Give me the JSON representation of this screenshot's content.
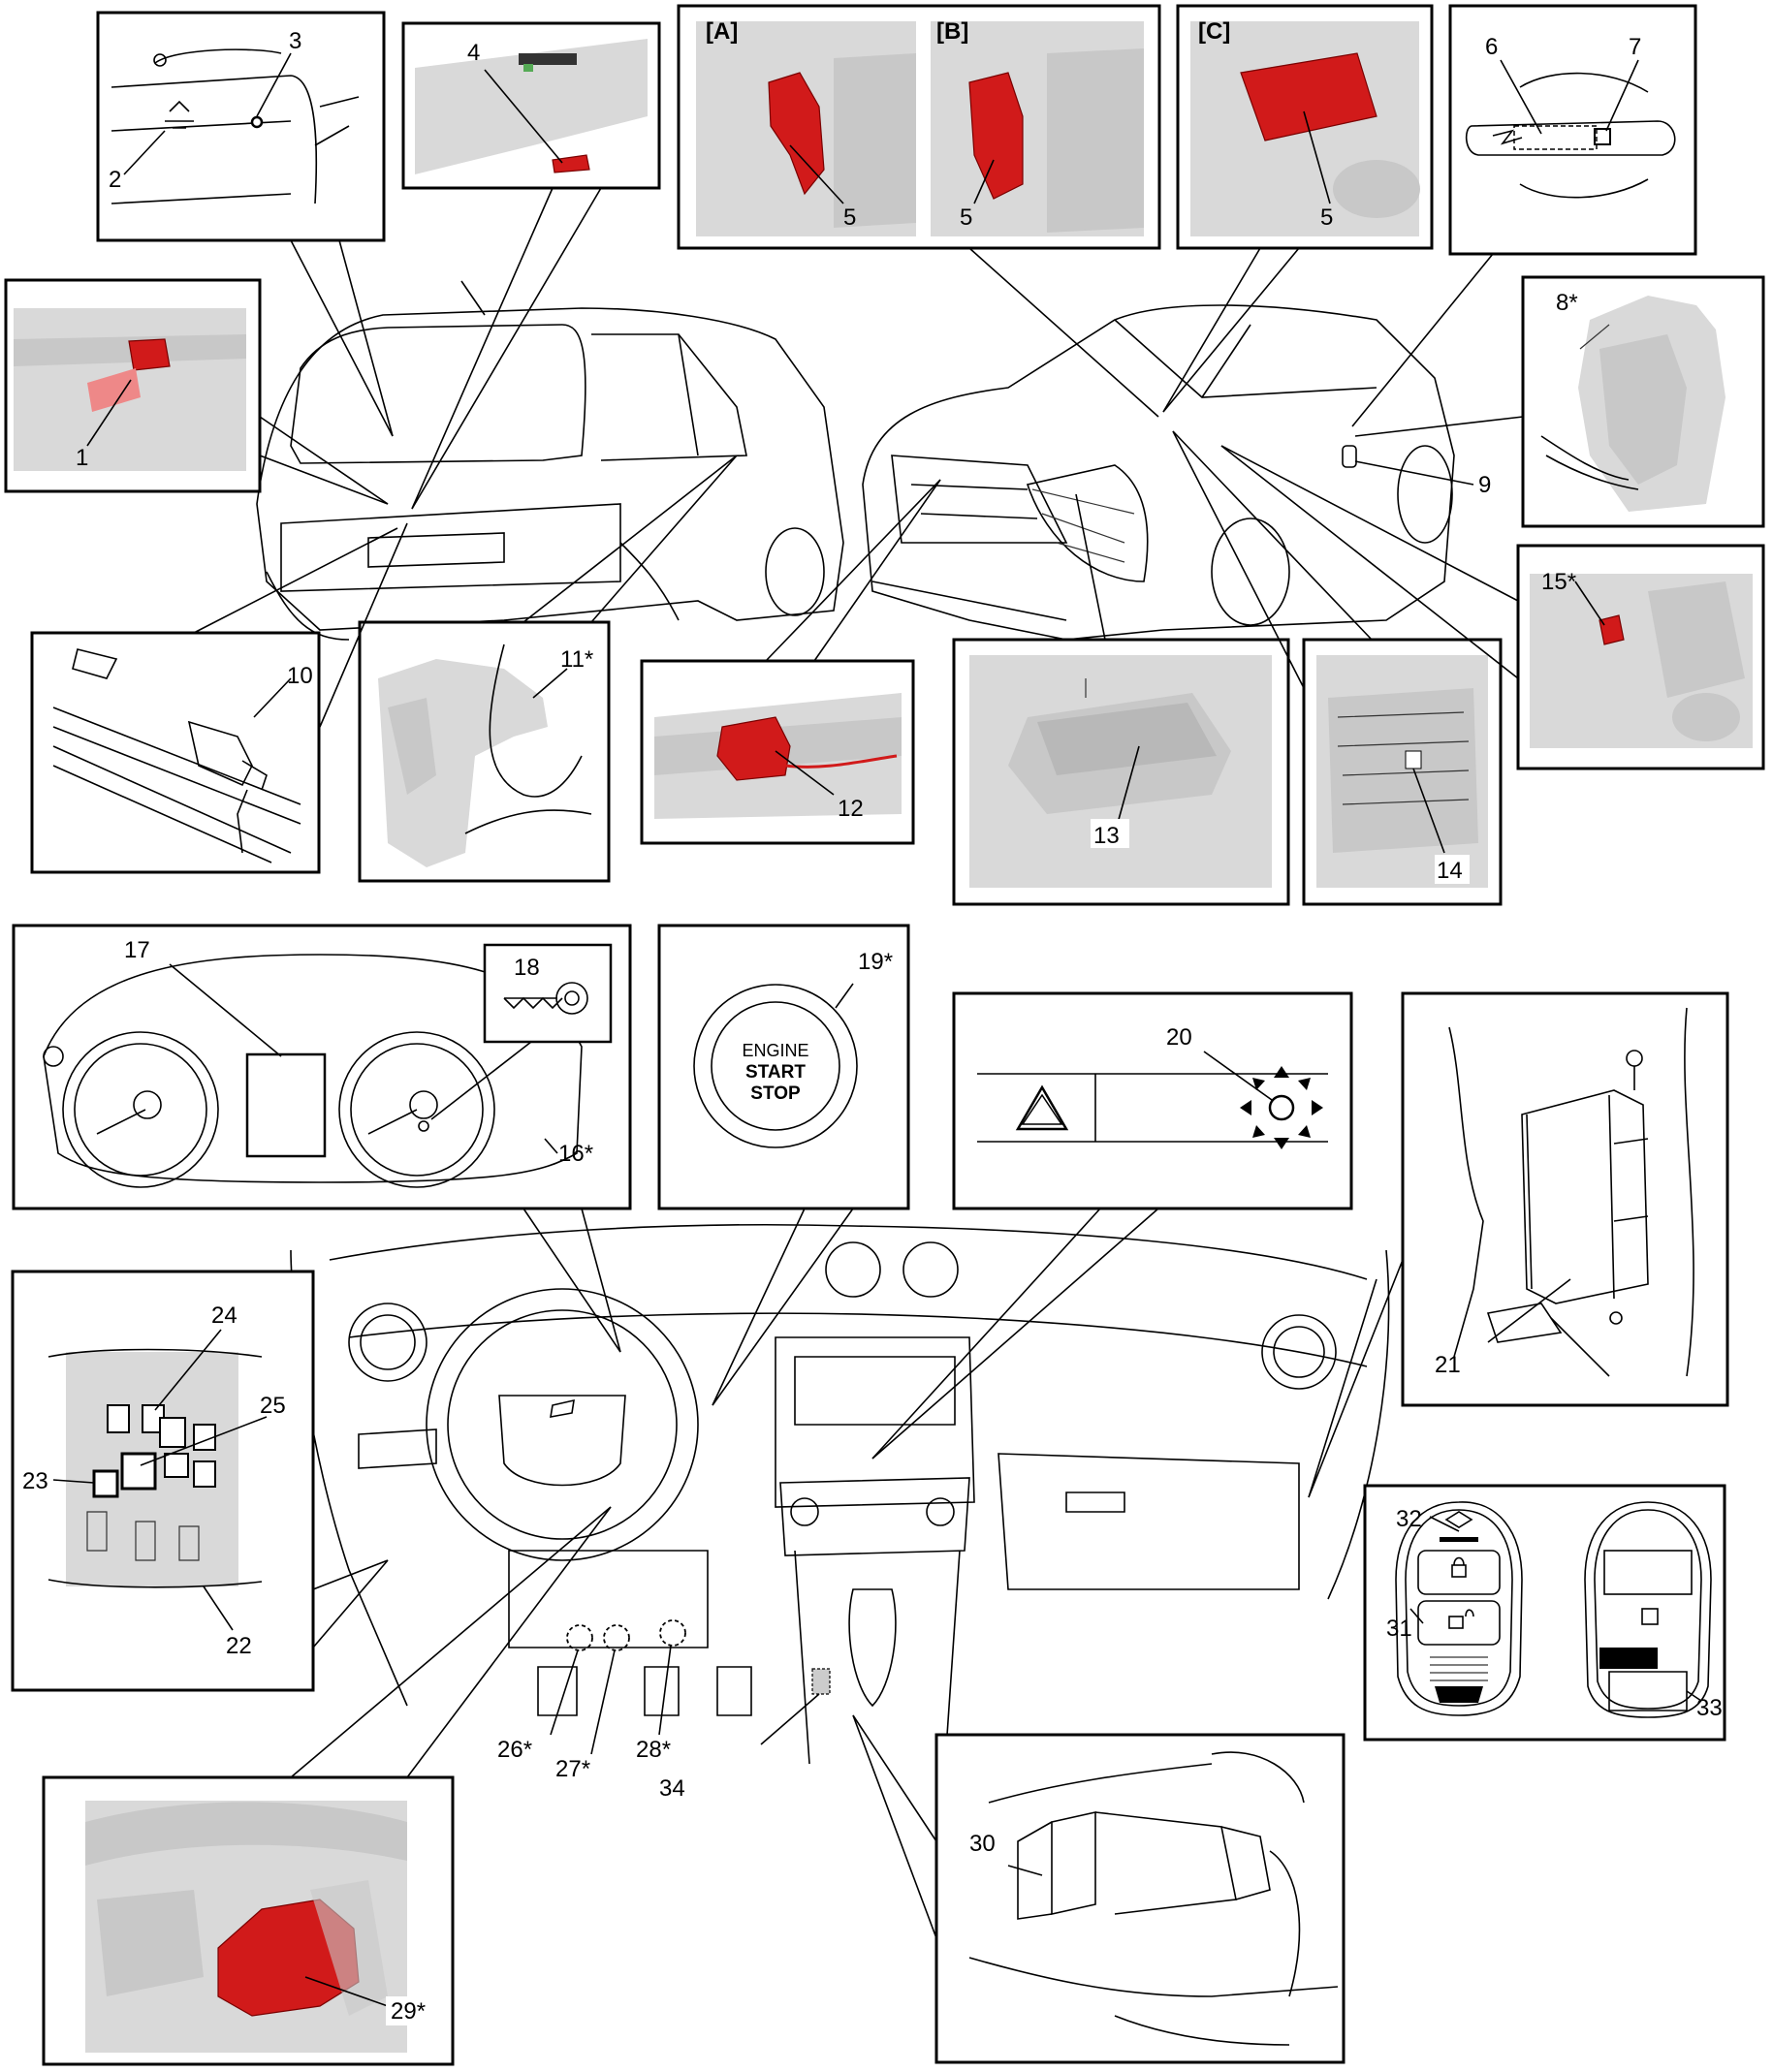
{
  "views": {
    "a": "[A]",
    "b": "[B]",
    "c": "[C]"
  },
  "callouts": {
    "c1": "1",
    "c2": "2",
    "c3": "3",
    "c4": "4",
    "c5a": "5",
    "c5b": "5",
    "c5c": "5",
    "c6": "6",
    "c7": "7",
    "c8": "8*",
    "c9": "9",
    "c10": "10",
    "c11": "11*",
    "c12": "12",
    "c13": "13",
    "c14": "14",
    "c15": "15*",
    "c16": "16*",
    "c17": "17",
    "c18": "18",
    "c19": "19*",
    "c20": "20",
    "c21": "21",
    "c22": "22",
    "c23": "23",
    "c24": "24",
    "c25": "25",
    "c26": "26*",
    "c27": "27*",
    "c28": "28*",
    "c29": "29*",
    "c30": "30",
    "c31": "31",
    "c32": "32",
    "c33": "33",
    "c34": "34"
  },
  "button": {
    "line1": "ENGINE",
    "line2": "START",
    "line3": "STOP"
  },
  "colors": {
    "highlight": "#d11a1a",
    "outline": "#000000",
    "photo_gray": "#d9d9d9"
  }
}
